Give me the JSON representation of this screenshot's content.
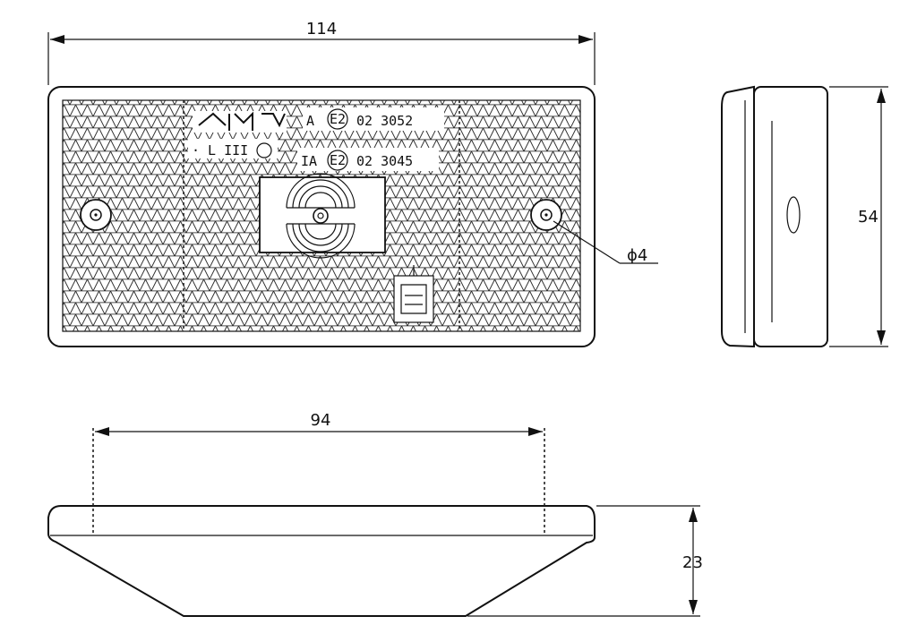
{
  "dimensions": {
    "overall_width": "114",
    "height": "54",
    "hole_diameter": "ϕ4",
    "hole_spacing": "94",
    "depth": "23"
  },
  "markings": {
    "approval_1_prefix": "A",
    "approval_1_circle": "E2",
    "approval_1_code": "02 3052",
    "approval_2_prefix": "IA",
    "approval_2_circle": "E2",
    "approval_2_code": "02 3045"
  }
}
